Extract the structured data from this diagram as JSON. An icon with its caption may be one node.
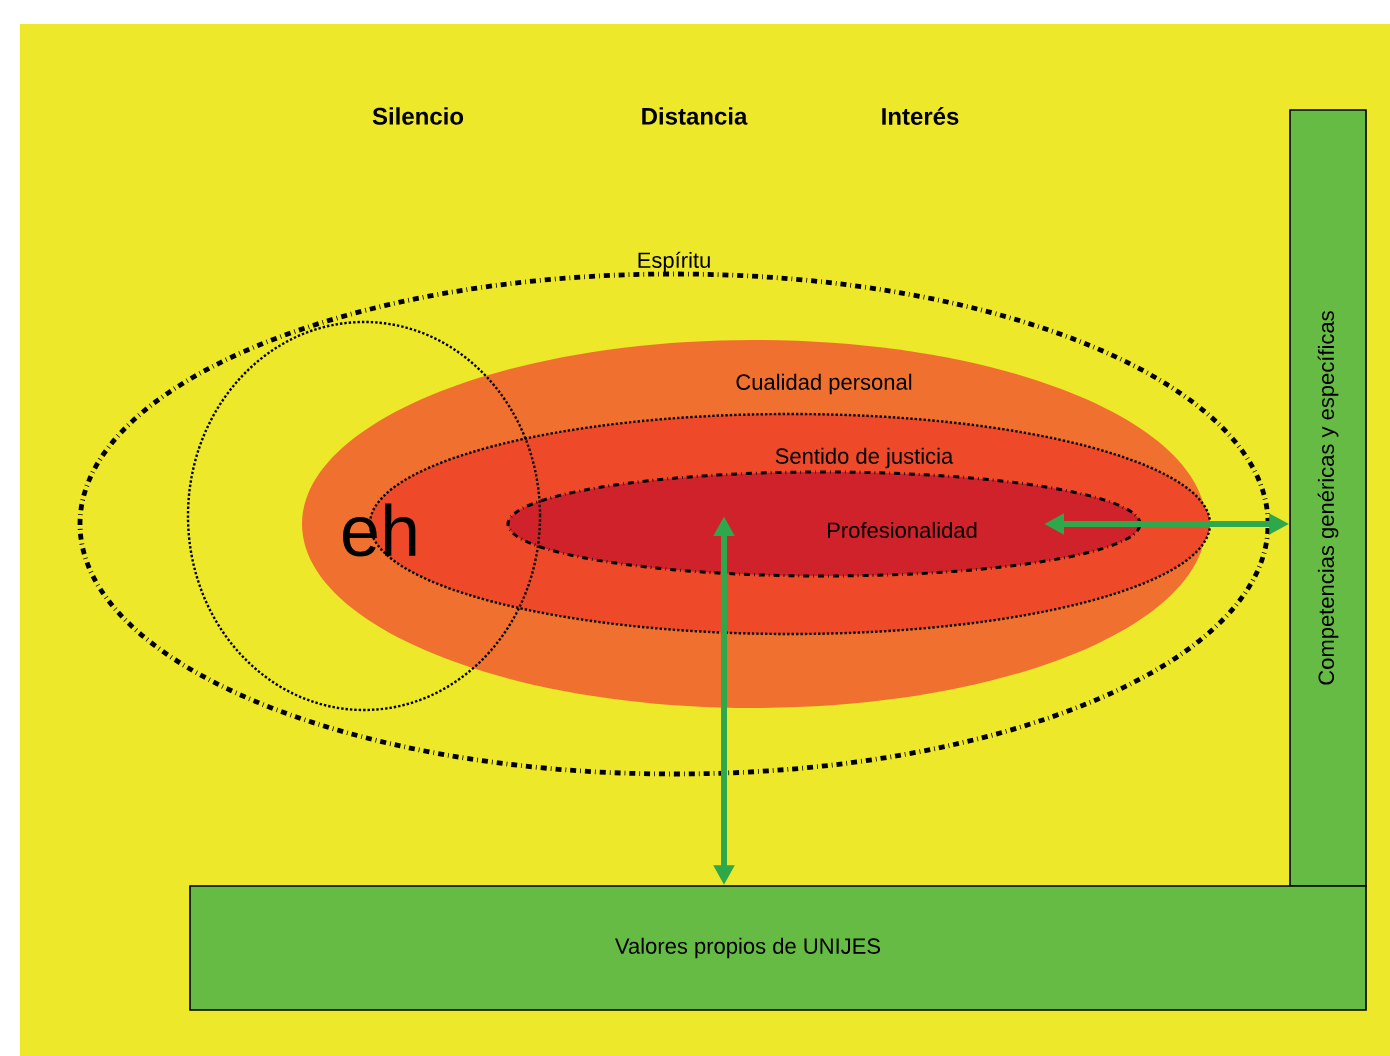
{
  "diagram": {
    "nodes": [
      {
        "text": [
          "Espíritu"
        ]
      },
      {
        "text": [
          "Cualidad personal"
        ],
        "in": 0
      },
      {
        "text": [
          "Sentido de justicia"
        ],
        "in": 1
      },
      {
        "text": [
          "Profesionalidad"
        ],
        "in": 2
      },
      {
        "text": [
          "eh"
        ],
        "in": 0
      },
      {
        "text": [
          "Competencias genéricas y específicas"
        ]
      },
      {
        "text": [
          "Valores propios de UNIJES"
        ]
      }
    ],
    "edges": [
      {
        "from": 3,
        "to": 5,
        "arrow": "both"
      },
      {
        "from": 3,
        "to": 6,
        "arrow": "both"
      }
    ],
    "labels": [
      "Silencio",
      "Distancia",
      "Interés"
    ]
  }
}
